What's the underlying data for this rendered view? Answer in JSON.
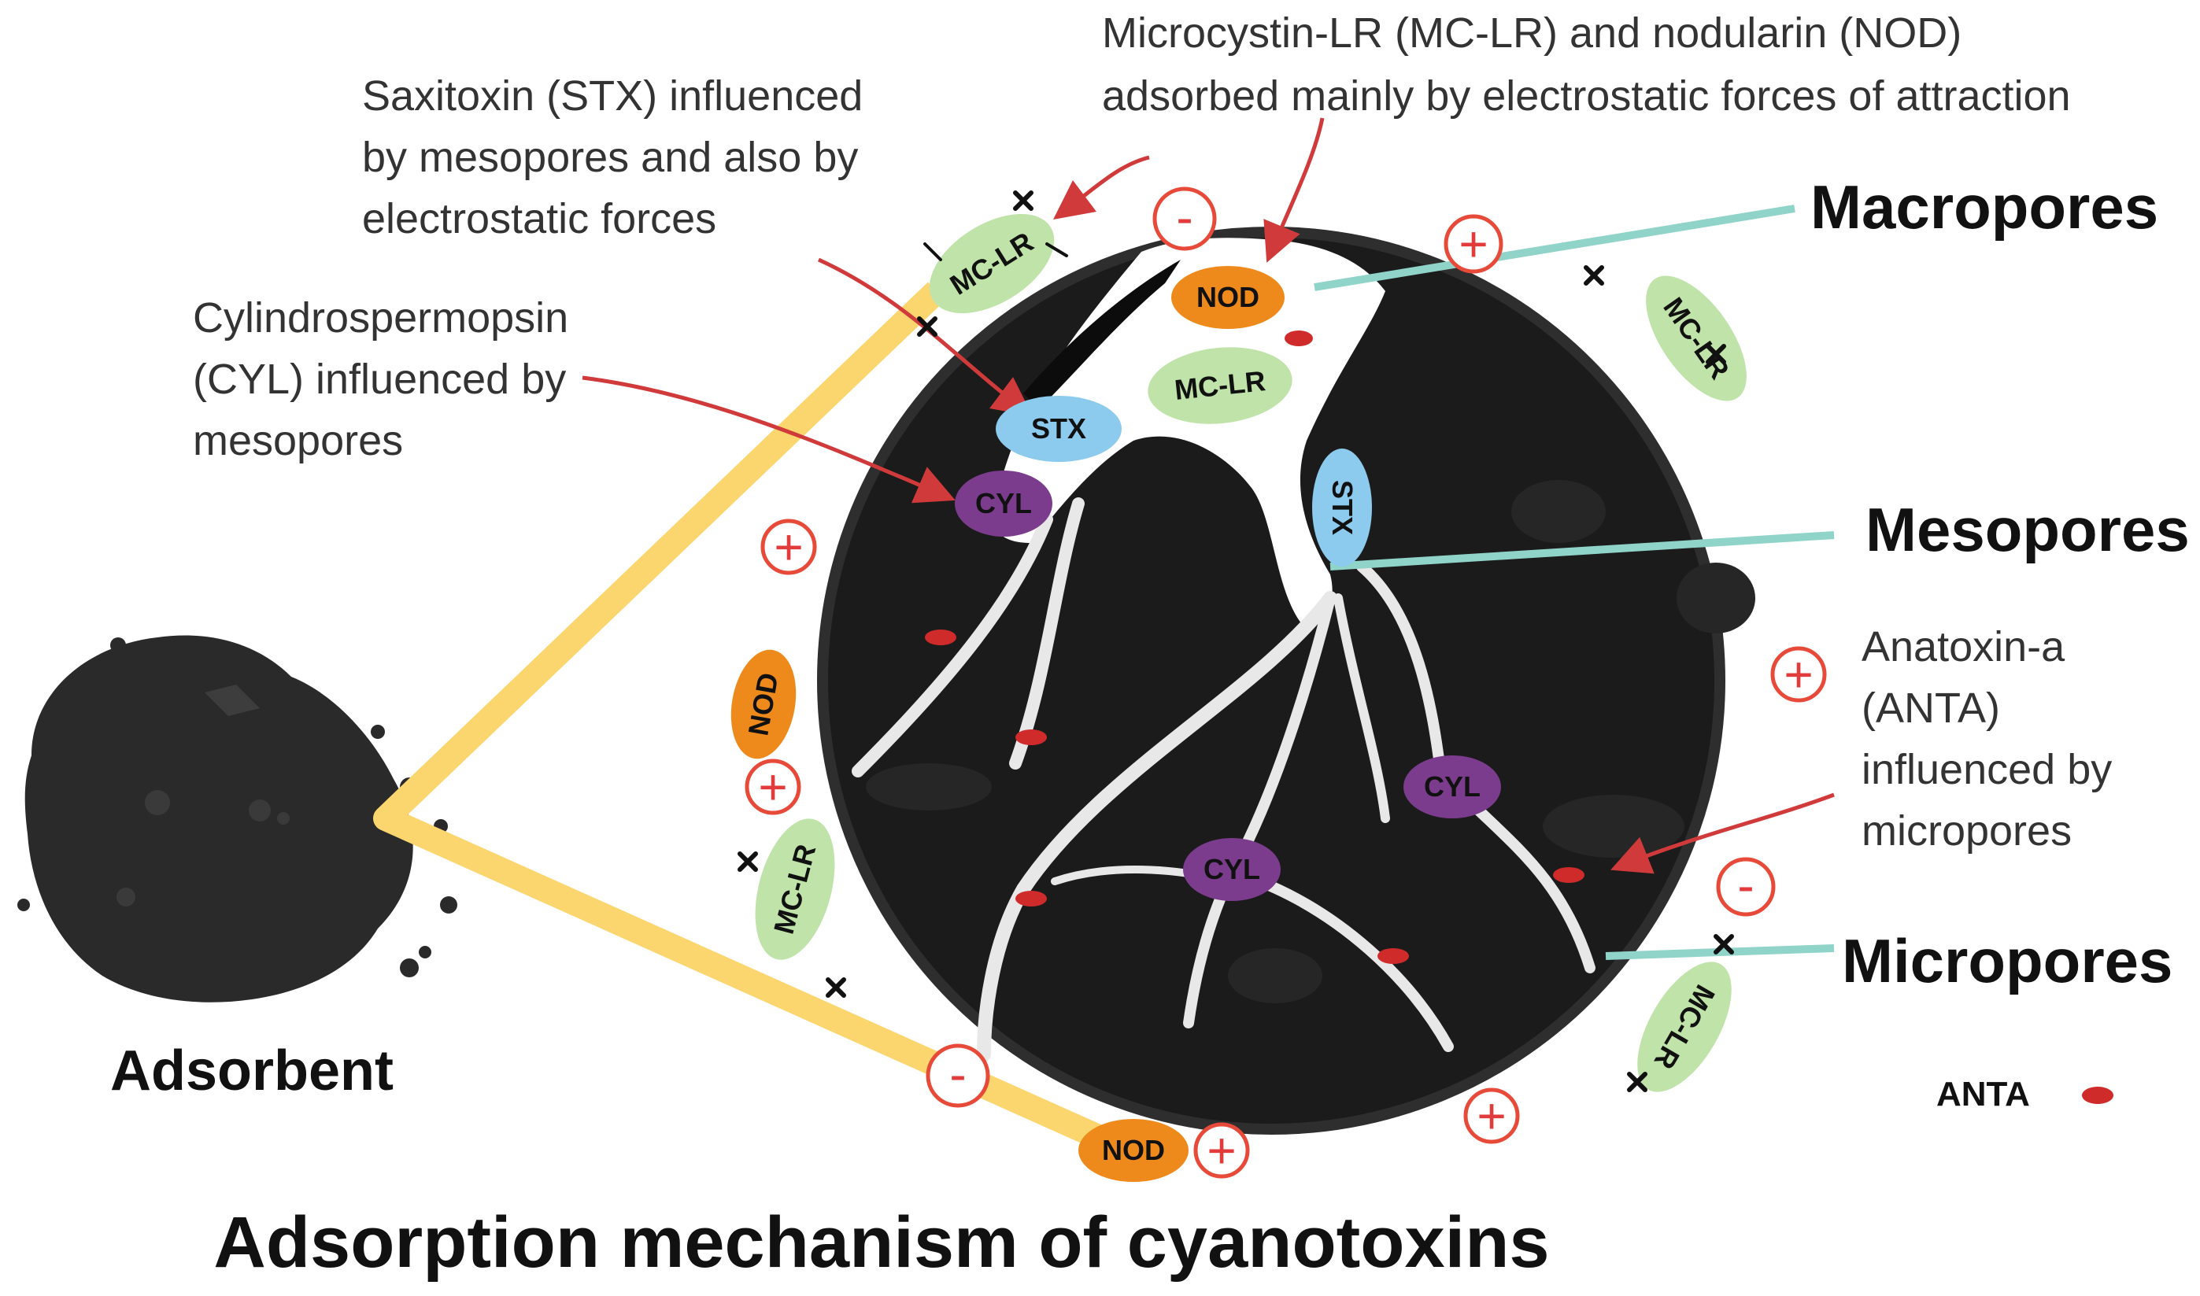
{
  "title": "Adsorption mechanism of cyanotoxins",
  "adsorbent_label": "Adsorbent",
  "pore_labels": {
    "macropores": "Macropores",
    "mesopores": "Mesopores",
    "micropores": "Micropores"
  },
  "annotations": {
    "mcl_nod": [
      "Microcystin-LR (MC-LR) and nodularin (NOD)",
      "adsorbed mainly by electrostatic forces of attraction"
    ],
    "stx": [
      "Saxitoxin (STX) influenced",
      "by mesopores and also by",
      "electrostatic forces"
    ],
    "cyl": [
      "Cylindrospermopsin",
      "(CYL) influenced by",
      "mesopores"
    ],
    "anta": [
      "Anatoxin-a",
      "(ANTA)",
      "influenced by",
      "micropores"
    ]
  },
  "toxin_labels": {
    "mclr": "MC-LR",
    "nod": "NOD",
    "stx": "STX",
    "cyl": "CYL"
  },
  "legend": {
    "anta_label": "ANTA"
  },
  "signs": {
    "plus": "+",
    "minus": "-"
  },
  "colors": {
    "mclr": "#bfe3a8",
    "nod": "#ee8a1c",
    "stx": "#8ccaee",
    "cyl": "#7c3c8e",
    "anta_dot": "#d02b2b",
    "sign_ring": "#e84a3a",
    "pore_line": "#8fd3c9",
    "cone": "#fbd66e",
    "arrow": "#d13a3a",
    "circle_fill": "#1b1b1b"
  }
}
